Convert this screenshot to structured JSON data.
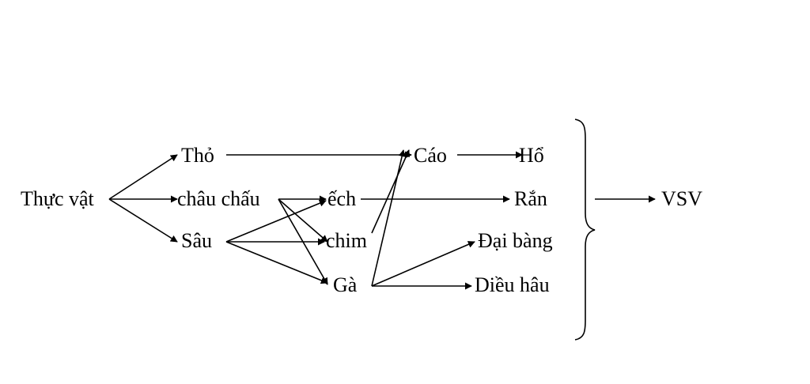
{
  "diagram": {
    "nodes": [
      {
        "id": "thuc-vat",
        "label": "Thực vật"
      },
      {
        "id": "tho",
        "label": "Thỏ"
      },
      {
        "id": "chau-chau",
        "label": "châu chấu"
      },
      {
        "id": "sau",
        "label": "Sâu"
      },
      {
        "id": "ech",
        "label": "ếch"
      },
      {
        "id": "chim",
        "label": "chim"
      },
      {
        "id": "ga",
        "label": "Gà"
      },
      {
        "id": "cao",
        "label": "Cáo"
      },
      {
        "id": "ho",
        "label": "Hổ"
      },
      {
        "id": "ran",
        "label": "Rắn"
      },
      {
        "id": "dai-bang",
        "label": "Đại bàng"
      },
      {
        "id": "dieu-hau",
        "label": "Diều hâu"
      },
      {
        "id": "vsv",
        "label": "VSV"
      }
    ],
    "edges": [
      {
        "from": "thuc-vat",
        "to": "tho"
      },
      {
        "from": "thuc-vat",
        "to": "chau-chau"
      },
      {
        "from": "thuc-vat",
        "to": "sau"
      },
      {
        "from": "tho",
        "to": "cao"
      },
      {
        "from": "chau-chau",
        "to": "ech"
      },
      {
        "from": "chau-chau",
        "to": "chim"
      },
      {
        "from": "chau-chau",
        "to": "ga"
      },
      {
        "from": "sau",
        "to": "ech"
      },
      {
        "from": "sau",
        "to": "chim"
      },
      {
        "from": "sau",
        "to": "ga"
      },
      {
        "from": "chim",
        "to": "cao"
      },
      {
        "from": "ga",
        "to": "cao"
      },
      {
        "from": "ga",
        "to": "dai-bang"
      },
      {
        "from": "ga",
        "to": "dieu-hau"
      },
      {
        "from": "ech",
        "to": "ran"
      },
      {
        "from": "cao",
        "to": "ho"
      },
      {
        "from": "brace",
        "to": "vsv"
      }
    ]
  }
}
